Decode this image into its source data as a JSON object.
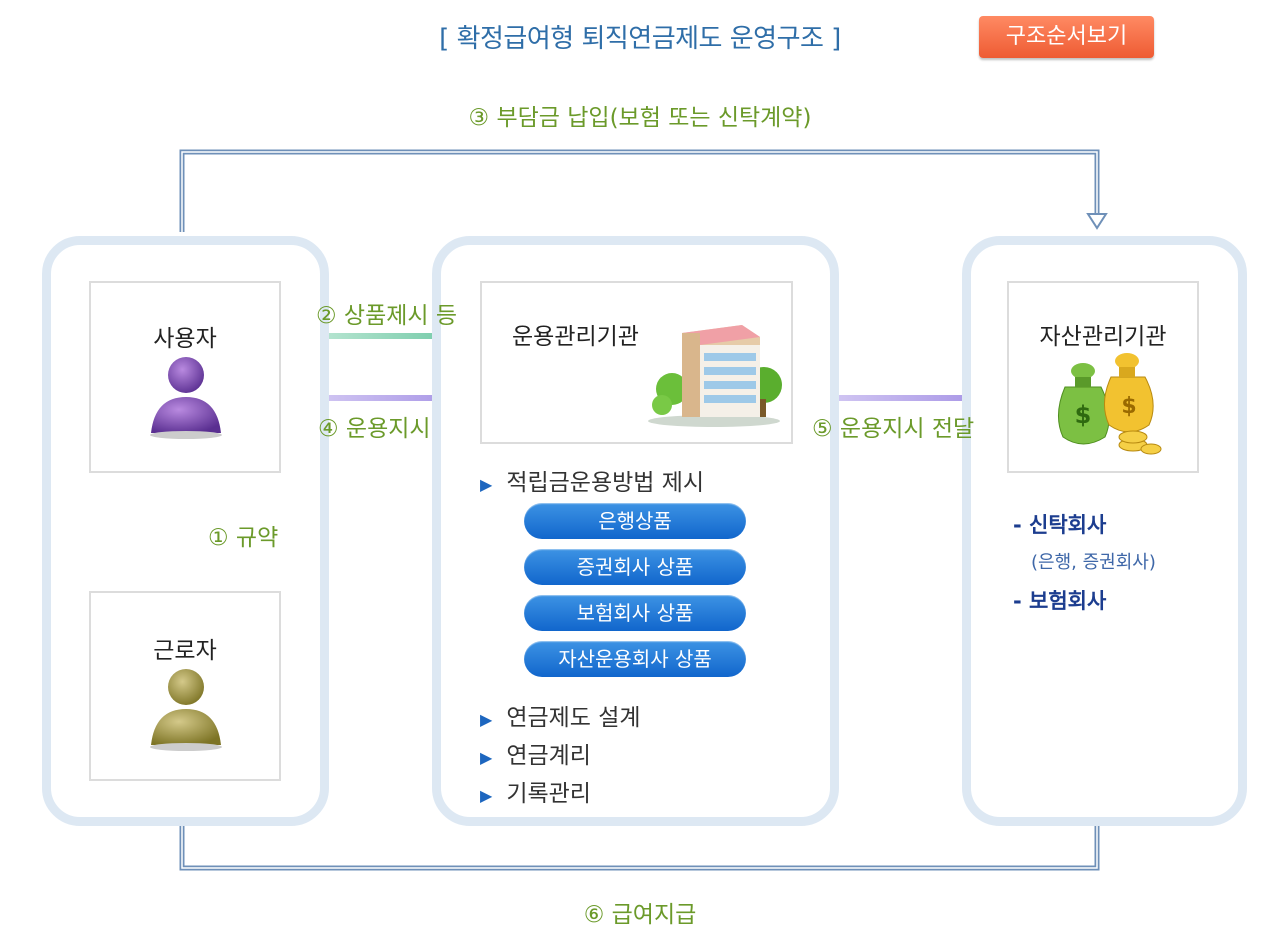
{
  "title": "[ 확정급여형 퇴직연금제도 운영구조 ]",
  "order_button": "구조순서보기",
  "steps": {
    "s1": "① 규약",
    "s2": "② 상품제시 등",
    "s3": "③ 부담금 납입(보험 또는 신탁계약)",
    "s4": "④ 운용지시",
    "s5": "⑤ 운용지시 전달",
    "s6": "⑥ 급여지급"
  },
  "nodes": {
    "employer": "사용자",
    "worker": "근로자",
    "manager": "운용관리기관",
    "asset": "자산관리기관"
  },
  "manager_items": {
    "heading": "적립금운용방법 제시",
    "products": [
      "은행상품",
      "증권회사 상품",
      "보험회사 상품",
      "자산운용회사 상품"
    ],
    "others": [
      "연금제도 설계",
      "연금계리",
      "기록관리"
    ]
  },
  "asset_items": {
    "trust": "- 신탁회사",
    "trust_sub": "(은행, 증권회사)",
    "insurance": "- 보험회사"
  },
  "colors": {
    "title_blue": "#2f6ea8",
    "step_green": "#6b9a2a",
    "pill_blue": "#1f6fd0",
    "arrow_blue": "#6f90b8",
    "button_orange": "#f06a40"
  }
}
